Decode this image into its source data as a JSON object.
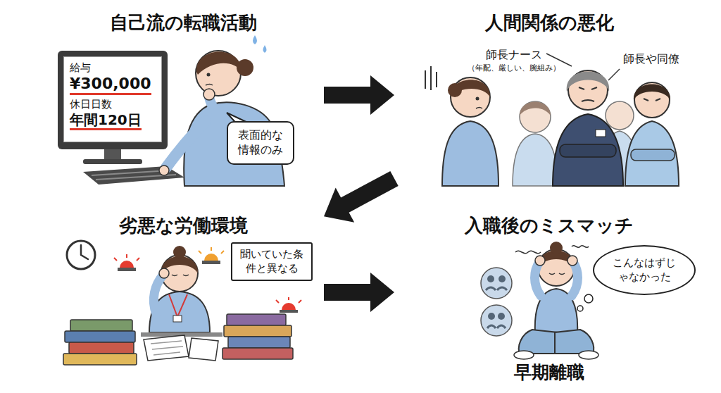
{
  "diagram": {
    "nodes": [
      {
        "text": [
          "自己流の転職活動"
        ]
      },
      {
        "text": [
          "給与",
          "¥300,000",
          "休日日数",
          "年間120日"
        ],
        "in": 0
      },
      {
        "text": [
          "表面的な情報のみ"
        ],
        "in": 0
      },
      {
        "text": [
          "人間関係の悪化"
        ]
      },
      {
        "text": [
          "劣悪な労働環境"
        ]
      },
      {
        "text": [
          "聞いていた条件と異なる"
        ],
        "in": 4
      },
      {
        "text": [
          "入職後のミスマッチ",
          "早期離職"
        ]
      },
      {
        "text": [
          "こんなはずじゃなかった"
        ],
        "in": 6
      }
    ],
    "edges": [
      {
        "from": 0,
        "to": 3,
        "arrow": "to"
      },
      {
        "from": 3,
        "to": 4,
        "arrow": "to"
      },
      {
        "from": 4,
        "to": 6,
        "arrow": "to"
      }
    ],
    "labels": [
      "師長ナース",
      "（年配、厳しい、腕組み）",
      "師長や同僚"
    ]
  }
}
